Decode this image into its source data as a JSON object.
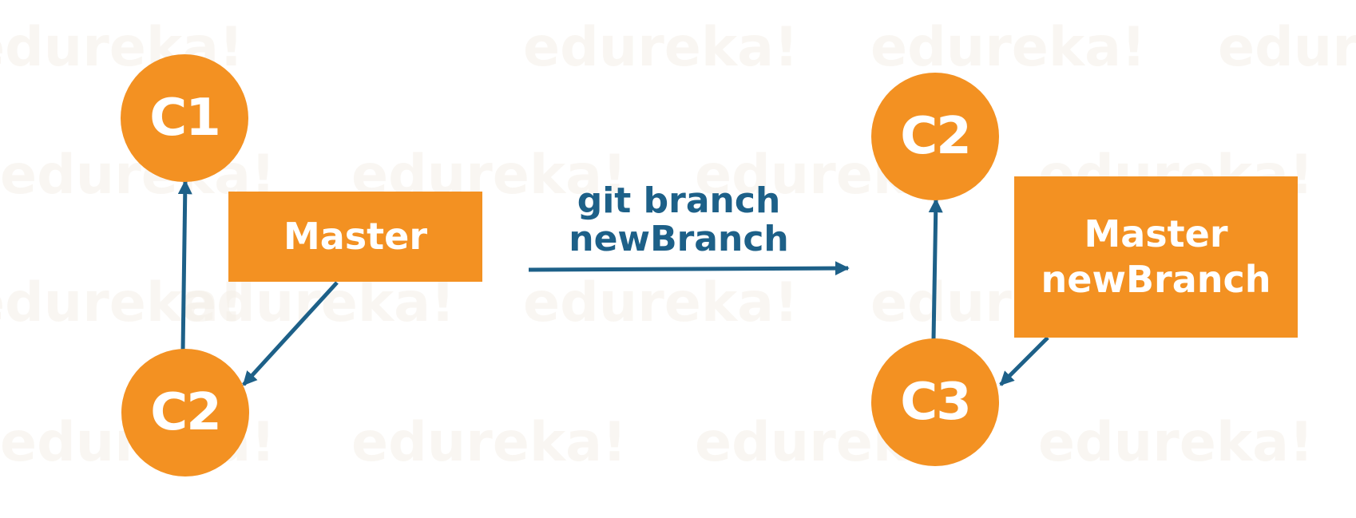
{
  "watermark": "edureka!",
  "before": {
    "nodes": [
      "C1",
      "C2"
    ],
    "label": "Master"
  },
  "command": {
    "line1": "git branch",
    "line2": "newBranch"
  },
  "after": {
    "nodes": [
      "C2",
      "C3"
    ],
    "labels": [
      "Master",
      "newBranch"
    ]
  },
  "colors": {
    "node": "#f39122",
    "arrow": "#1d6088",
    "text": "#ffffff"
  }
}
